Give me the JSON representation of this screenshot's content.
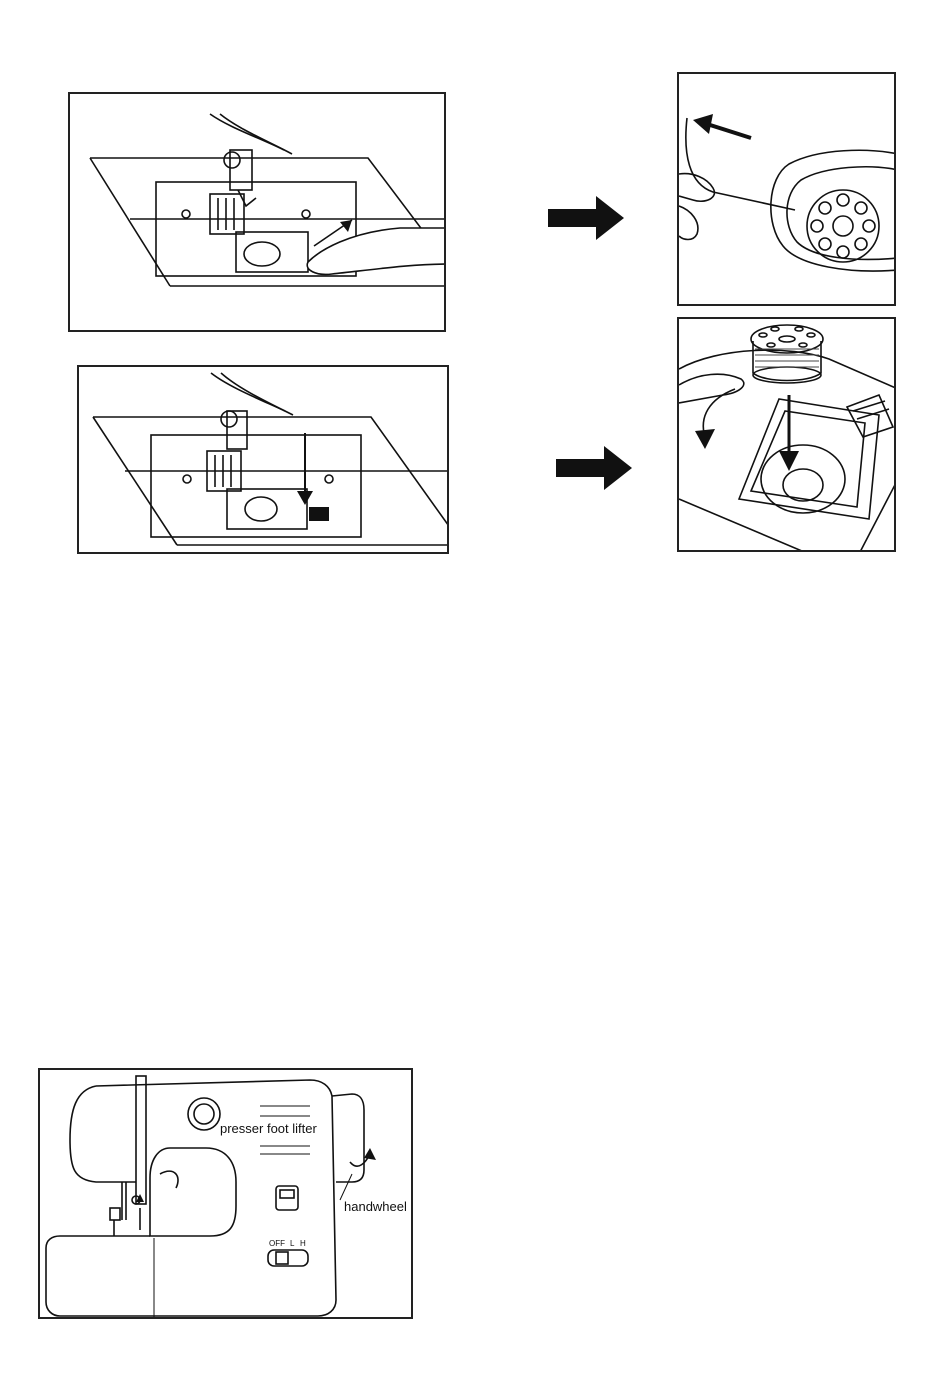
{
  "figures": {
    "remove_cover": {
      "description_icon": "slide-plate-cover-icon"
    },
    "pull_thread": {
      "description_icon": "pull-thread-icon"
    },
    "close_cover": {
      "description_icon": "push-down-cover-icon"
    },
    "insert_bobbin": {
      "description_icon": "drop-bobbin-icon"
    }
  },
  "machine": {
    "labels": {
      "presser_foot_lifter": "presser foot lifter",
      "handwheel": "handwheel",
      "switch_off": "OFF",
      "switch_low": "L",
      "switch_high": "H"
    }
  }
}
